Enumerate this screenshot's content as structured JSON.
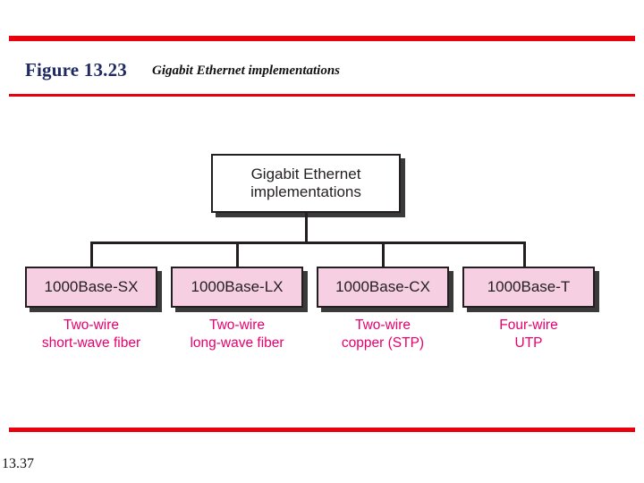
{
  "header": {
    "figure_label": "Figure 13.23",
    "caption": "Gigabit Ethernet implementations",
    "rule_color": "#e8000d",
    "label_color": "#1f2a63"
  },
  "diagram": {
    "type": "tree",
    "root": {
      "line1": "Gigabit Ethernet",
      "line2": "implementations"
    },
    "node_fill": "#f7cfe2",
    "caption_color": "#e8006d",
    "leaves": [
      {
        "label": "1000Base-SX",
        "caption_line1": "Two-wire",
        "caption_line2": "short-wave fiber"
      },
      {
        "label": "1000Base-LX",
        "caption_line1": "Two-wire",
        "caption_line2": "long-wave fiber"
      },
      {
        "label": "1000Base-CX",
        "caption_line1": "Two-wire",
        "caption_line2": "copper (STP)"
      },
      {
        "label": "1000Base-T",
        "caption_line1": "Four-wire",
        "caption_line2": "UTP"
      }
    ]
  },
  "footer": {
    "slide_number": "13.37"
  }
}
